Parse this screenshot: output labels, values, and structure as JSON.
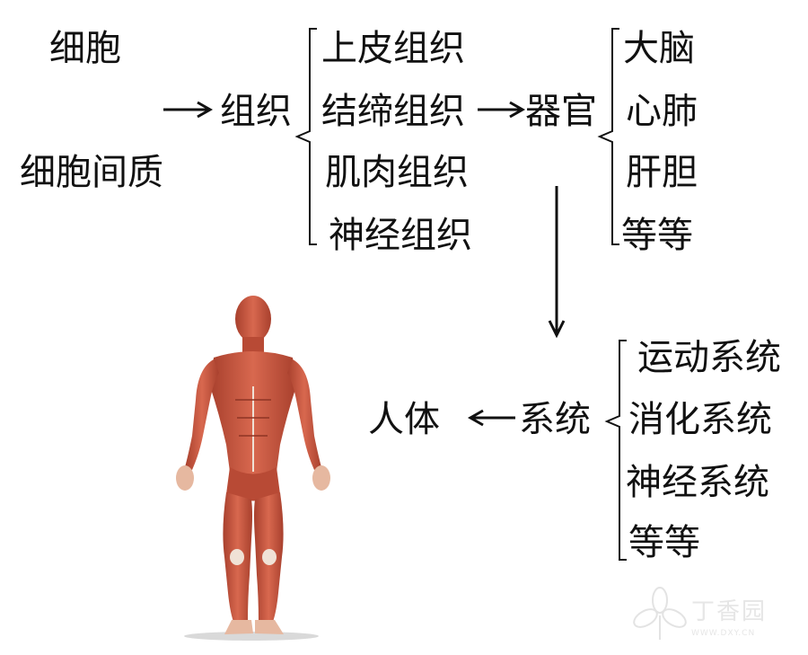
{
  "level1": {
    "cell": "细胞",
    "intercellular": "细胞间质"
  },
  "tissue": {
    "label": "组织",
    "items": [
      "上皮组织",
      "结缔组织",
      "肌肉组织",
      "神经组织"
    ]
  },
  "organ": {
    "label": "器官",
    "items": [
      "大脑",
      "心肺",
      "肝胆",
      "等等"
    ]
  },
  "system": {
    "label": "系统",
    "items": [
      "运动系统",
      "消化系统",
      "神经系统",
      "等等"
    ]
  },
  "body": {
    "label": "人体"
  },
  "watermark": {
    "text": "丁香园",
    "url": "WWW.DXY.CN"
  },
  "colors": {
    "text": "#111111",
    "muscle": "#c8553f",
    "tendon": "#f0e2d6",
    "watermark": "#e6e6e6"
  }
}
